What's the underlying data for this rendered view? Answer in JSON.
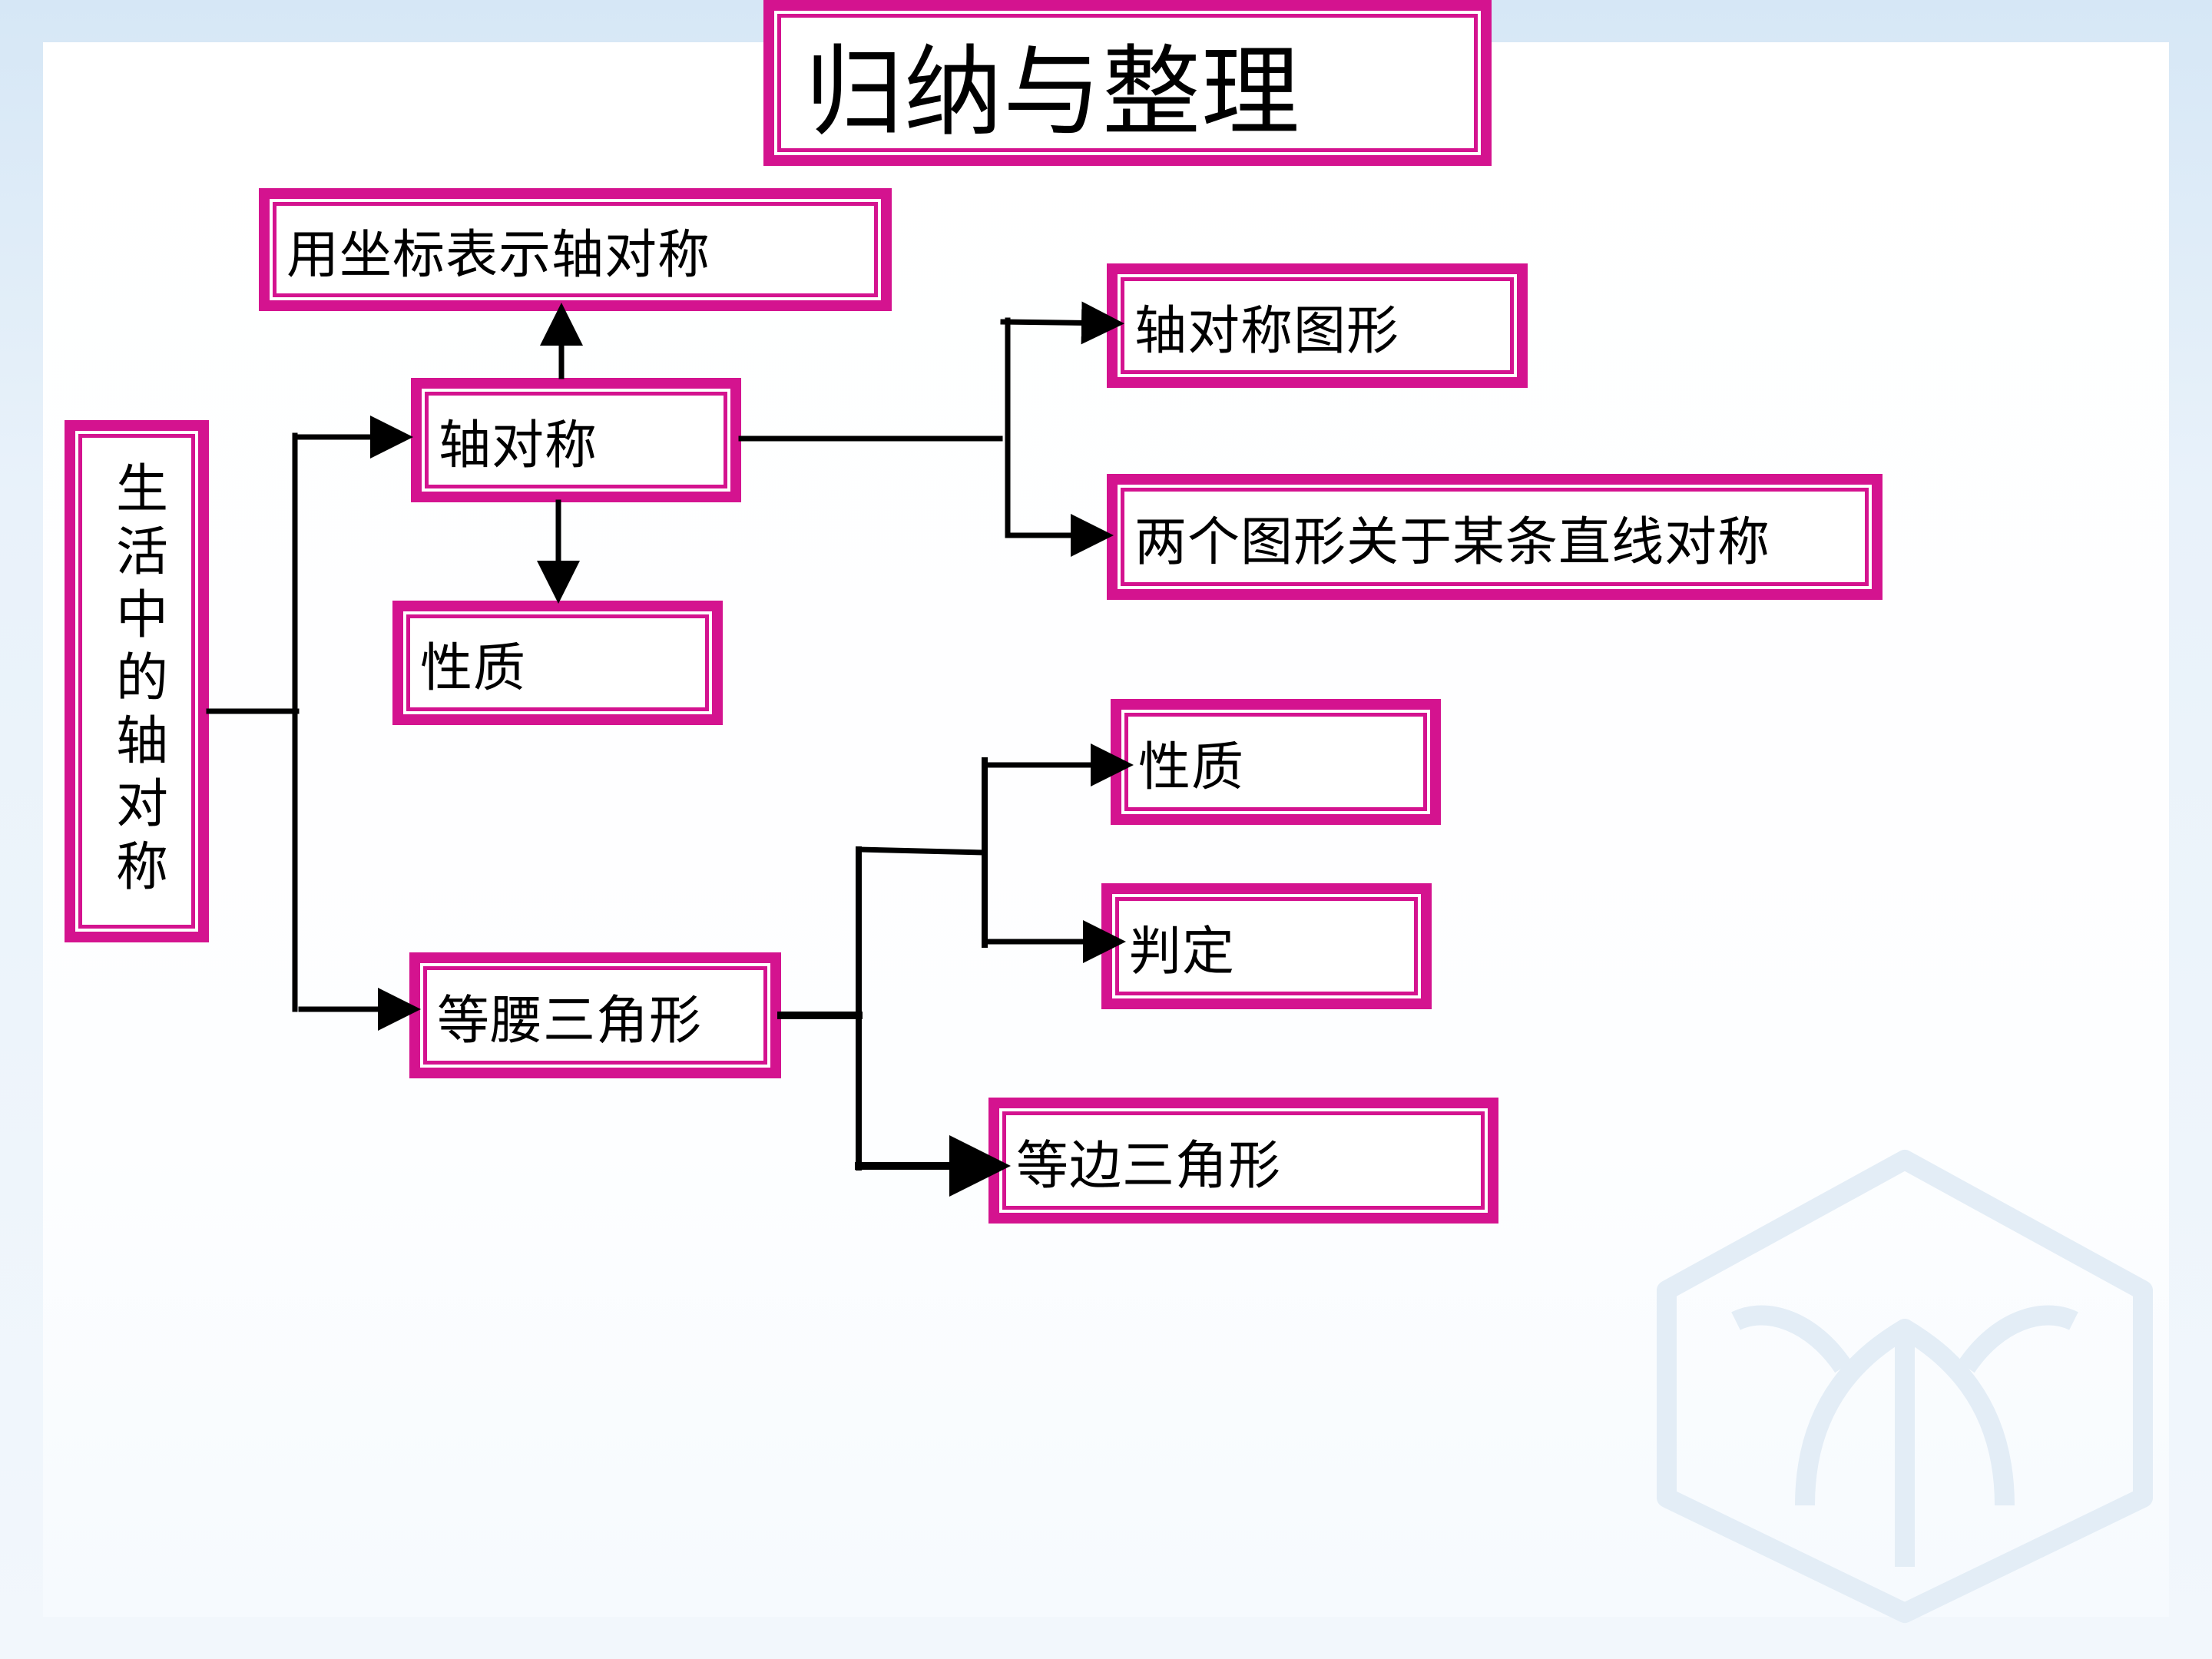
{
  "title": "归纳与整理",
  "root": "生活中的轴对称",
  "nodes": {
    "coord_symmetry": "用坐标表示轴对称",
    "axis_symmetry": "轴对称",
    "axis_properties": "性质",
    "axis_figure": "轴对称图形",
    "two_figures": "两个图形关于某条直线对称",
    "isosceles": "等腰三角形",
    "iso_properties": "性质",
    "iso_criteria": "判定",
    "equilateral": "等边三角形"
  },
  "colors": {
    "box_border": "#d4138f",
    "connector": "#000000",
    "text": "#000000"
  }
}
